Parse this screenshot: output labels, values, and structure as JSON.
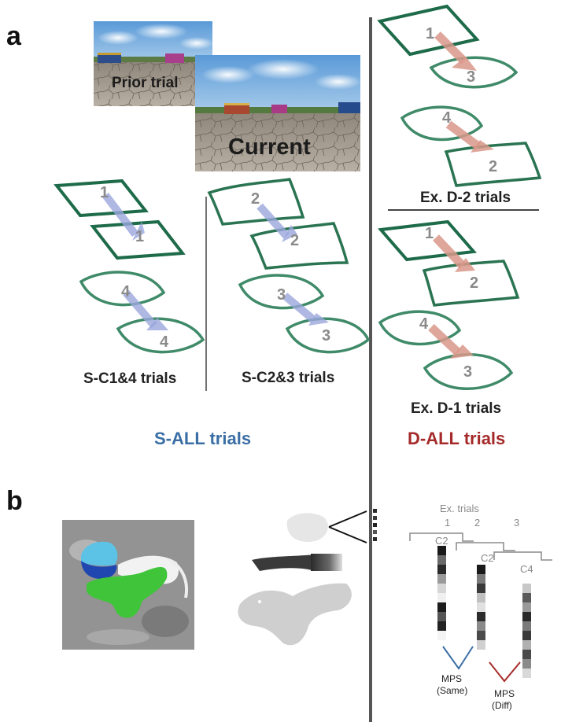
{
  "panels": {
    "a": "a",
    "b": "b"
  },
  "scenes": {
    "prior": "Prior trial",
    "current": "Current"
  },
  "columns": {
    "s_c14": {
      "top": "1",
      "bottom_of_top_pair": "1",
      "circle_top": "4",
      "circle_bottom": "4",
      "label": "S-C1&4 trials"
    },
    "s_c23": {
      "top": "2",
      "bottom_of_top_pair": "2",
      "circle_top": "3",
      "circle_bottom": "3",
      "label": "S-C2&3 trials"
    },
    "d2": {
      "top": "1",
      "bottom_of_top_pair": "3",
      "circle_top": "4",
      "circle_bottom": "2",
      "label": "Ex. D-2 trials"
    },
    "d1": {
      "top": "1",
      "bottom_of_top_pair": "2",
      "circle_top": "4",
      "circle_bottom": "3",
      "label": "Ex. D-1 trials"
    }
  },
  "groups": {
    "s_all": {
      "label": "S-ALL trials",
      "color": "#3a6ea5"
    },
    "d_all": {
      "label": "D-ALL trials",
      "color": "#a52a2a"
    }
  },
  "colors": {
    "shape_stroke_dark": "#1e6b4a",
    "shape_stroke_light": "#3f8a68",
    "same_arrow": "#9aa6dc",
    "diff_arrow": "#d9988a",
    "mps_same": "#3a6ea5",
    "mps_diff": "#a52a2a",
    "hippo_light_blue": "#5cc2e6",
    "hippo_dark_blue": "#2046b0",
    "hippo_green": "#3fc43a"
  },
  "panel_b": {
    "ex_trials_title": "Ex. trials",
    "trial_numbers": [
      "1",
      "2",
      "3"
    ],
    "contexts": [
      "C2",
      "C2",
      "C4"
    ],
    "mps_same": {
      "line1": "MPS",
      "line2": "(Same)"
    },
    "mps_diff": {
      "line1": "MPS",
      "line2": "(Diff)"
    }
  }
}
